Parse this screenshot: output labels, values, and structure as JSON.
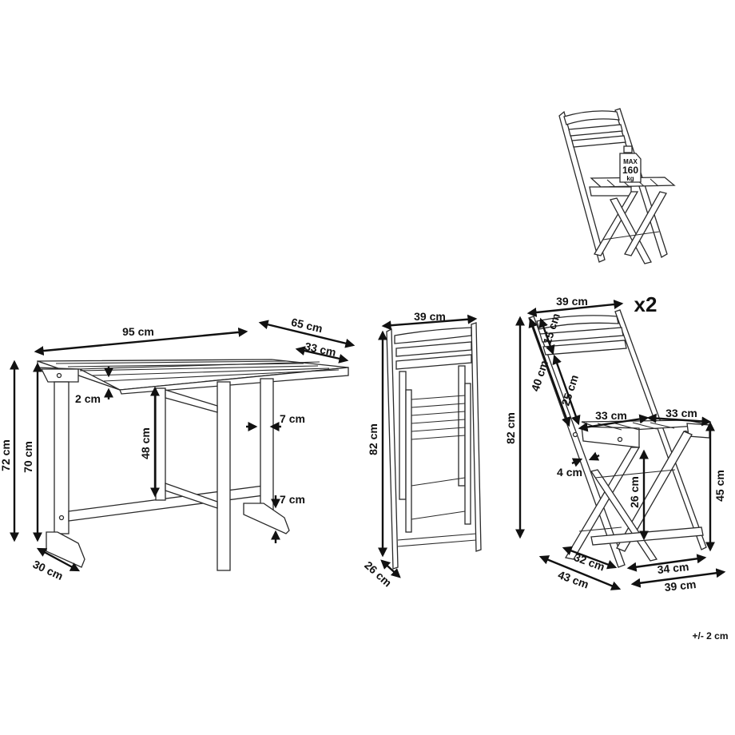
{
  "diagram": {
    "subject": "Folding garden bistro set: drop-leaf table and two folding chairs",
    "quantity_label": "x2",
    "tolerance": "+/- 2 cm",
    "weight_badge": {
      "line1": "MAX",
      "line2": "160",
      "line3": "kg"
    },
    "table": {
      "length": "95 cm",
      "depth_total": "65 cm",
      "leaf_depth": "33 cm",
      "top_thickness": "2 cm",
      "height_total": "72 cm",
      "height_to_top": "70 cm",
      "leg_clearance": "48 cm",
      "leg_width": "7 cm",
      "foot_height": "7 cm",
      "foot_length": "30 cm"
    },
    "chair_folded": {
      "width": "39 cm",
      "height": "82 cm",
      "depth": "26 cm"
    },
    "chair_open": {
      "back_width": "39 cm",
      "height": "82 cm",
      "back_length": "40 cm",
      "top_slats": "15 cm",
      "backrest_to_seat": "25 cm",
      "seat_width": "33 cm",
      "seat_depth": "33 cm",
      "seat_height": "45 cm",
      "under_seat": "26 cm",
      "frame_width": "4 cm",
      "base_inner_depth": "32 cm",
      "base_outer_depth": "43 cm",
      "base_inner_width": "34 cm",
      "base_outer_width": "39 cm"
    }
  }
}
